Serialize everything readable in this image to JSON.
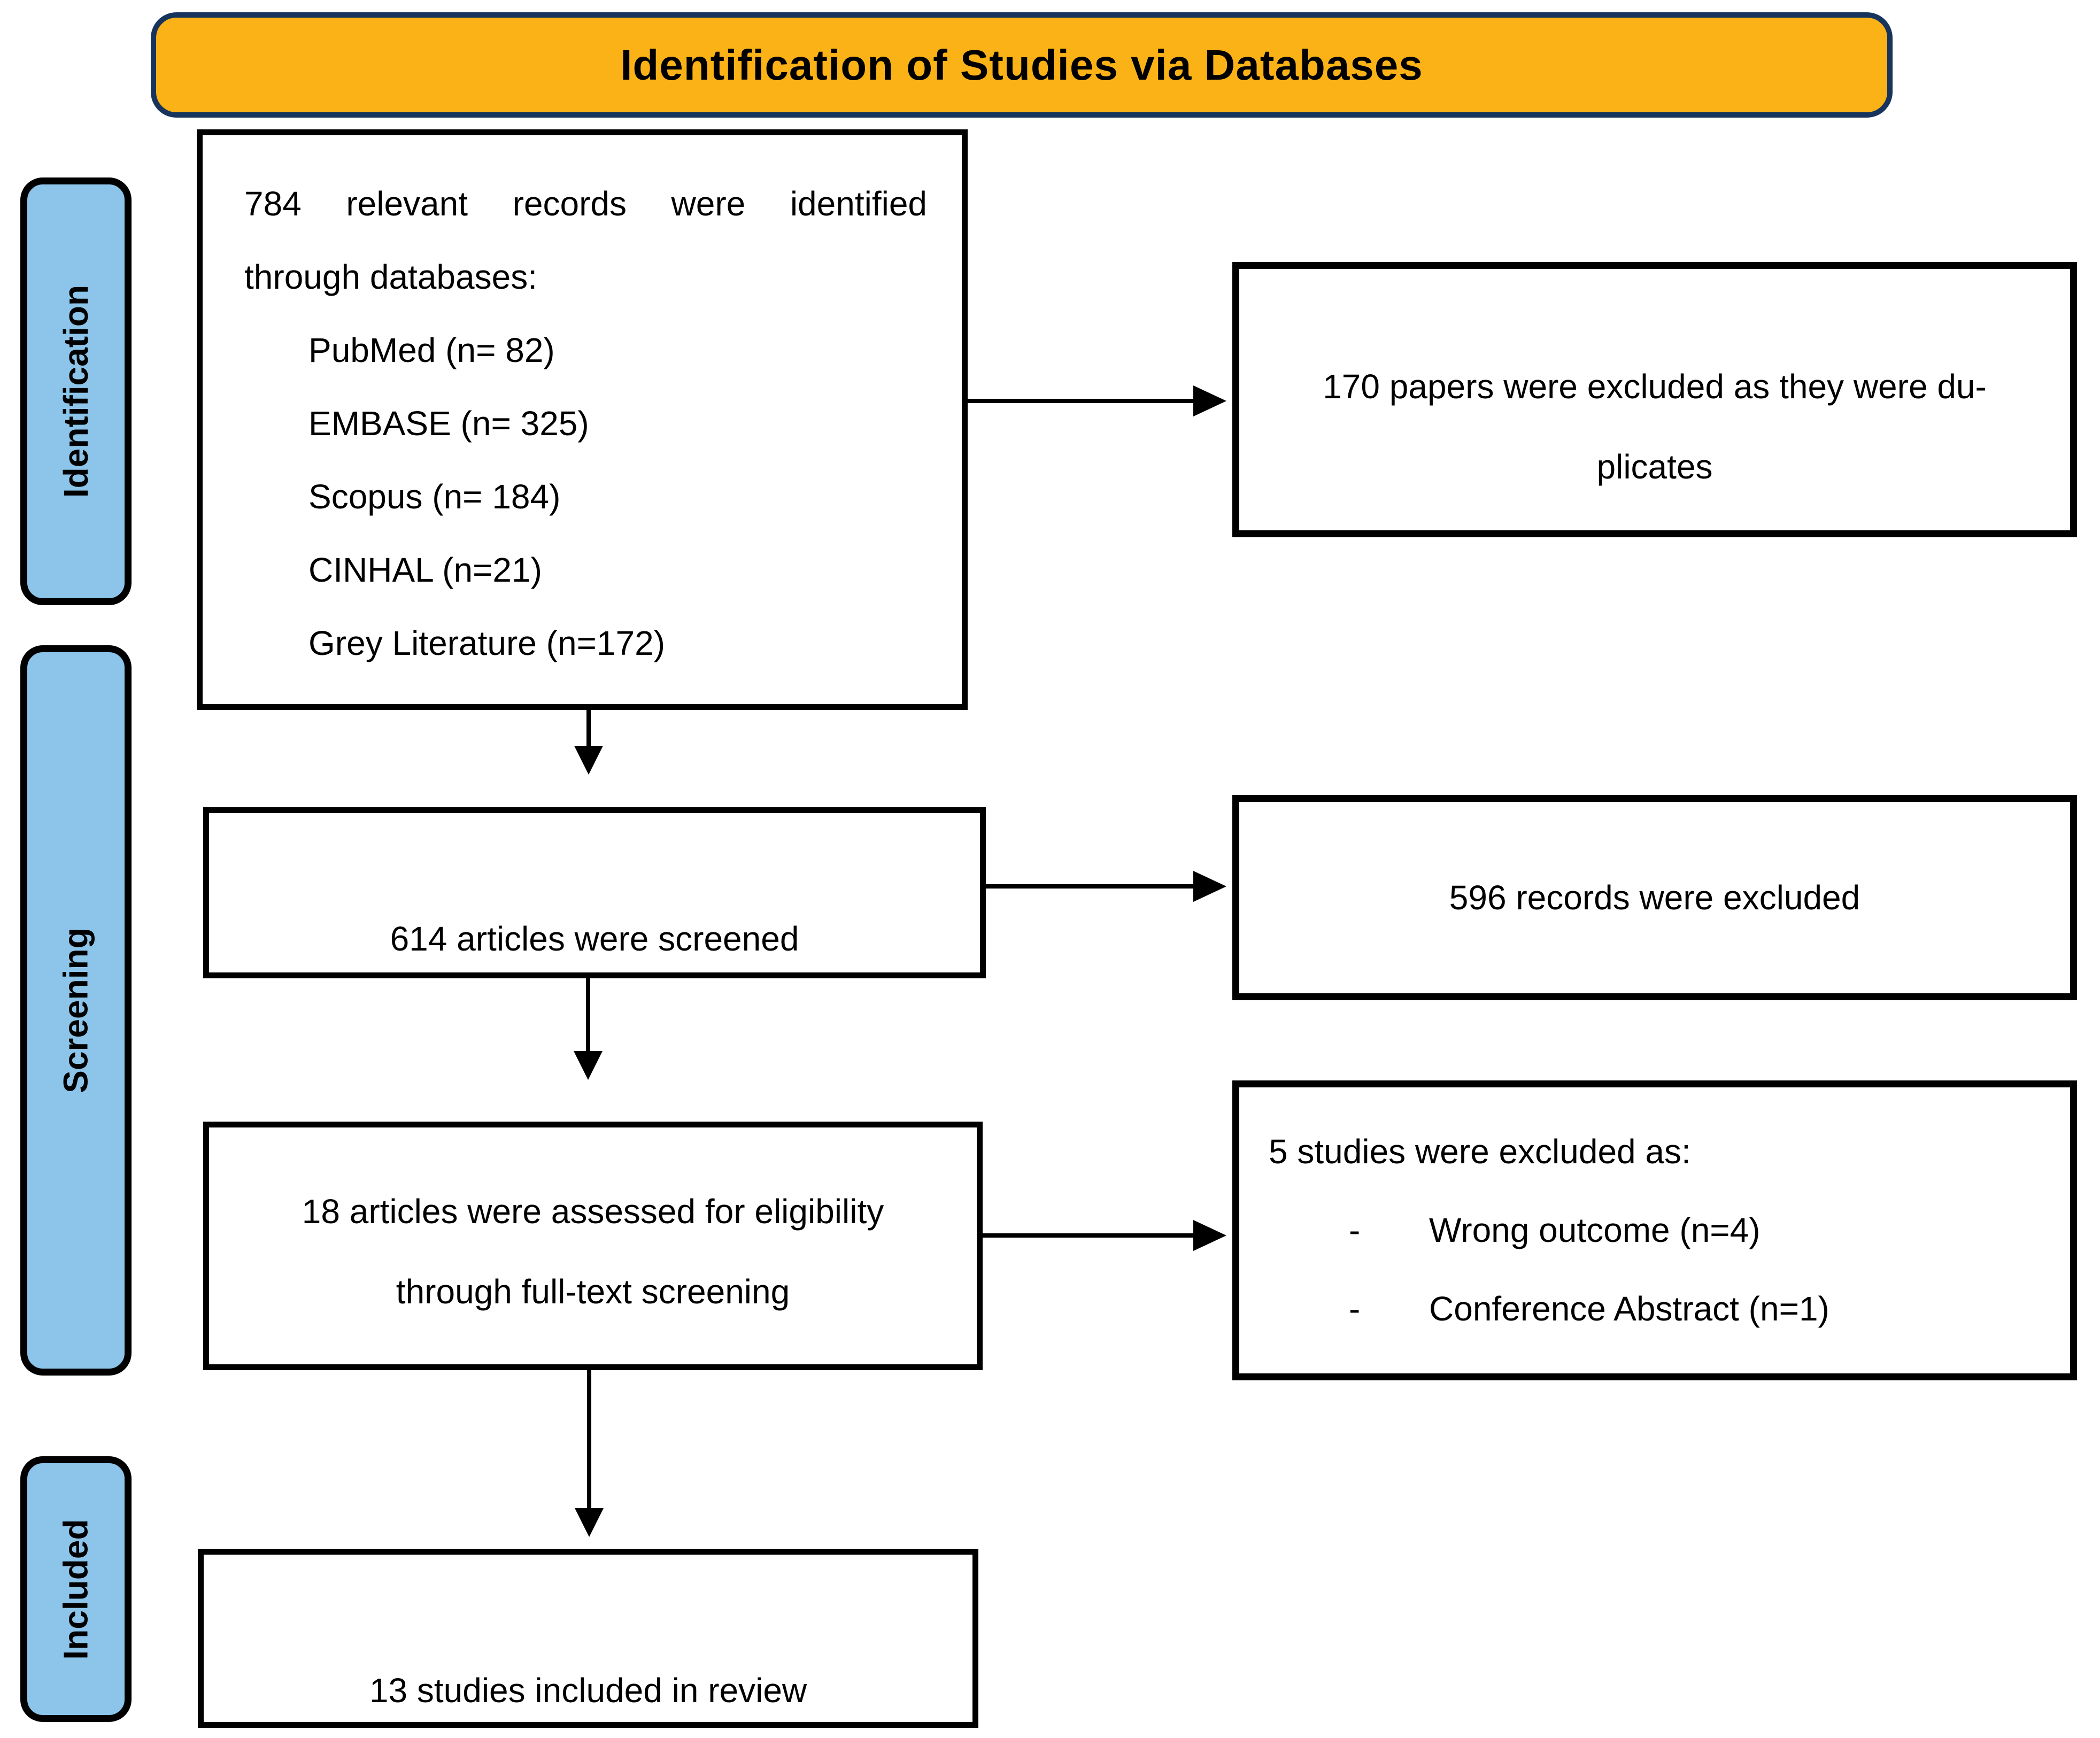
{
  "title": "Identification of Studies via Databases",
  "sidebar": {
    "identification": "Identification",
    "screening": "Screening",
    "included": "Included"
  },
  "flow": {
    "identified": {
      "intro_line1": "784 relevant records were identified",
      "intro_line2": "through databases:",
      "databases": [
        "PubMed (n= 82)",
        "EMBASE (n= 325)",
        "Scopus (n= 184)",
        "CINHAL (n=21)",
        "Grey Literature (n=172)"
      ]
    },
    "screened": "614 articles were screened",
    "eligibility_line1": "18 articles were assessed for eligibility",
    "eligibility_line2": "through full-text screening",
    "included": "13 studies included in review"
  },
  "exclusions": {
    "duplicates_line1": "170 papers were excluded as they were du-",
    "duplicates_line2": "plicates",
    "screening": "596 records were excluded",
    "fulltext": {
      "heading": "5 studies were excluded as:",
      "bullet": "-",
      "reasons": [
        "Wrong outcome (n=4)",
        "Conference Abstract (n=1)"
      ]
    }
  },
  "colors": {
    "title_fill": "#FBB216",
    "title_border": "#16345C",
    "sidebar_fill": "#8CC4EA",
    "line_color": "#000000"
  }
}
